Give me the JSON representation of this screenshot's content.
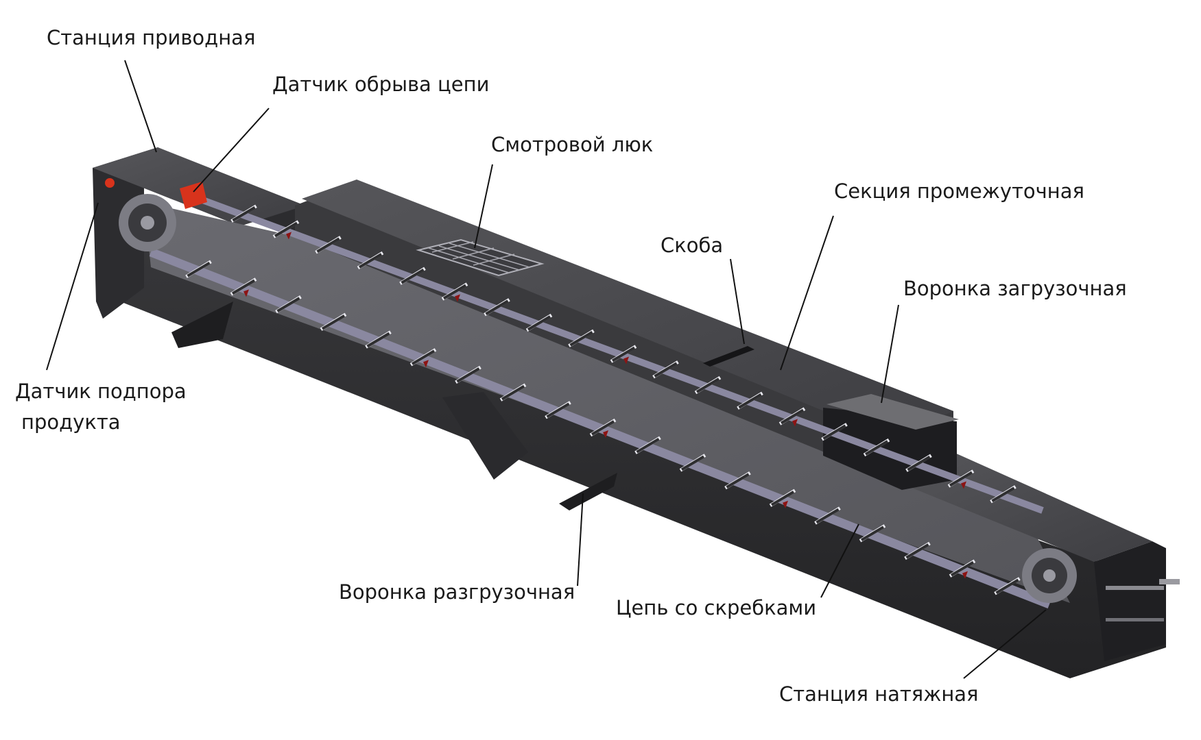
{
  "labels": {
    "drive_station": "Станция приводная",
    "chain_break_sensor": "Датчик обрыва цепи",
    "inspection_hatch": "Смотровой люк",
    "intermediate_section": "Секция промежуточная",
    "bracket": "Скоба",
    "loading_hopper": "Воронка загрузочная",
    "backup_sensor_line1": "Датчик подпора",
    "backup_sensor_line2": "продукта",
    "unloading_hopper": "Воронка разгрузочная",
    "scraper_chain": "Цепь со скребками",
    "tension_station": "Станция натяжная"
  },
  "colors": {
    "housing_top": "#4a4a4c",
    "housing_side": "#2a2a2c",
    "housing_dark": "#1c1c1e",
    "trough_floor": "#606064",
    "chain": "#8a88a0",
    "scraper": "#2e2e30",
    "sensor_red": "#d8331c",
    "marker_red": "#8c1414",
    "leader_line": "#111111"
  }
}
